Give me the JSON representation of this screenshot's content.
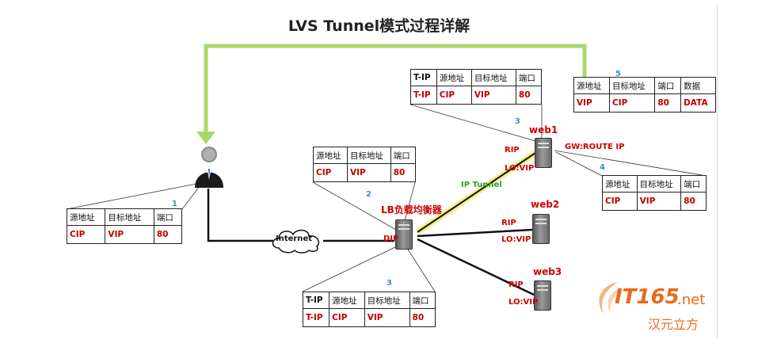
{
  "title": "LVS Tunnel模式过程详解",
  "colors": {
    "arrow": "#a8d86a",
    "label_red": "#d00000",
    "step_blue": "#3a8fd4",
    "tunnel_green": "#2e9e2e",
    "logo_orange": "#e86a1a"
  },
  "tables": {
    "t1": {
      "step": "1",
      "headers": [
        "源地址",
        "目标地址",
        "端口"
      ],
      "values": [
        "CIP",
        "VIP",
        "80"
      ]
    },
    "t2": {
      "step": "2",
      "headers": [
        "源地址",
        "目标地址",
        "端口"
      ],
      "values": [
        "CIP",
        "VIP",
        "80"
      ]
    },
    "t3_top": {
      "step": "3",
      "headers": [
        "T-IP",
        "源地址",
        "目标地址",
        "端口"
      ],
      "values": [
        "T-IP",
        "CIP",
        "VIP",
        "80"
      ]
    },
    "t3_bottom": {
      "step": "3",
      "headers": [
        "T-IP",
        "源地址",
        "目标地址",
        "端口"
      ],
      "values": [
        "T-IP",
        "CIP",
        "VIP",
        "80"
      ]
    },
    "t4": {
      "step": "4",
      "headers": [
        "源地址",
        "目标地址",
        "端口"
      ],
      "values": [
        "CIP",
        "VIP",
        "80"
      ]
    },
    "t5": {
      "step": "5",
      "headers": [
        "源地址",
        "目标地址",
        "端口",
        "数据"
      ],
      "values": [
        "VIP",
        "CIP",
        "80",
        "DATA"
      ]
    }
  },
  "nodes": {
    "internet": "Internet",
    "lb": {
      "name": "LB负载均衡器",
      "dip": "DIP"
    },
    "tunnel": "IP Tunnel",
    "web1": {
      "name": "web1",
      "rip": "RIP",
      "lo": "LO:VIP",
      "gw": "GW:ROUTE IP"
    },
    "web2": {
      "name": "web2",
      "rip": "RIP",
      "lo": "LO:VIP"
    },
    "web3": {
      "name": "web3",
      "rip": "RIP",
      "lo": "LO:VIP"
    }
  },
  "watermark": {
    "main": "IT165",
    "net": ".net",
    "cn": "汉元立方"
  }
}
